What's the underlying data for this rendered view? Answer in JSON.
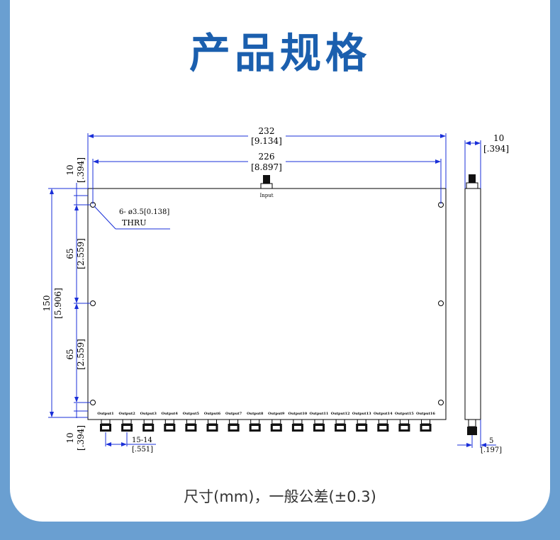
{
  "title": "产品规格",
  "caption": "尺寸(mm)，一般公差(±0.3)",
  "colors": {
    "background": "#6a9fd1",
    "title": "#1b5fae",
    "dimension_line": "#1a2fd8"
  },
  "drawing": {
    "overall_width": {
      "mm": "232",
      "inch": "[9.134]"
    },
    "hole_spacing_width": {
      "mm": "226",
      "inch": "[8.897]"
    },
    "top_offset": {
      "mm": "10",
      "inch": "[.394]"
    },
    "bottom_offset": {
      "mm": "10",
      "inch": "[.394]"
    },
    "overall_height": {
      "mm": "150",
      "inch": "[5.906]"
    },
    "hole_pitch_upper": {
      "mm": "65",
      "inch": "[2.559]"
    },
    "hole_pitch_lower": {
      "mm": "65",
      "inch": "[2.559]"
    },
    "hole_note_line1": "6- ø3.5[0.138]",
    "hole_note_line2": "THRU",
    "input_label": "Input",
    "output_pitch": {
      "mm": "15-14",
      "inch": "[.551]"
    },
    "side_thickness": {
      "mm": "10",
      "inch": "[.394]"
    },
    "side_connector_offset": {
      "mm": "5",
      "inch": "[.197]"
    },
    "output_labels": [
      "Output1",
      "Output2",
      "Output3",
      "Output4",
      "Output5",
      "Output6",
      "Output7",
      "Output8",
      "Output9",
      "Output10",
      "Output11",
      "Output12",
      "Output13",
      "Output14",
      "Output15",
      "Output16"
    ]
  }
}
